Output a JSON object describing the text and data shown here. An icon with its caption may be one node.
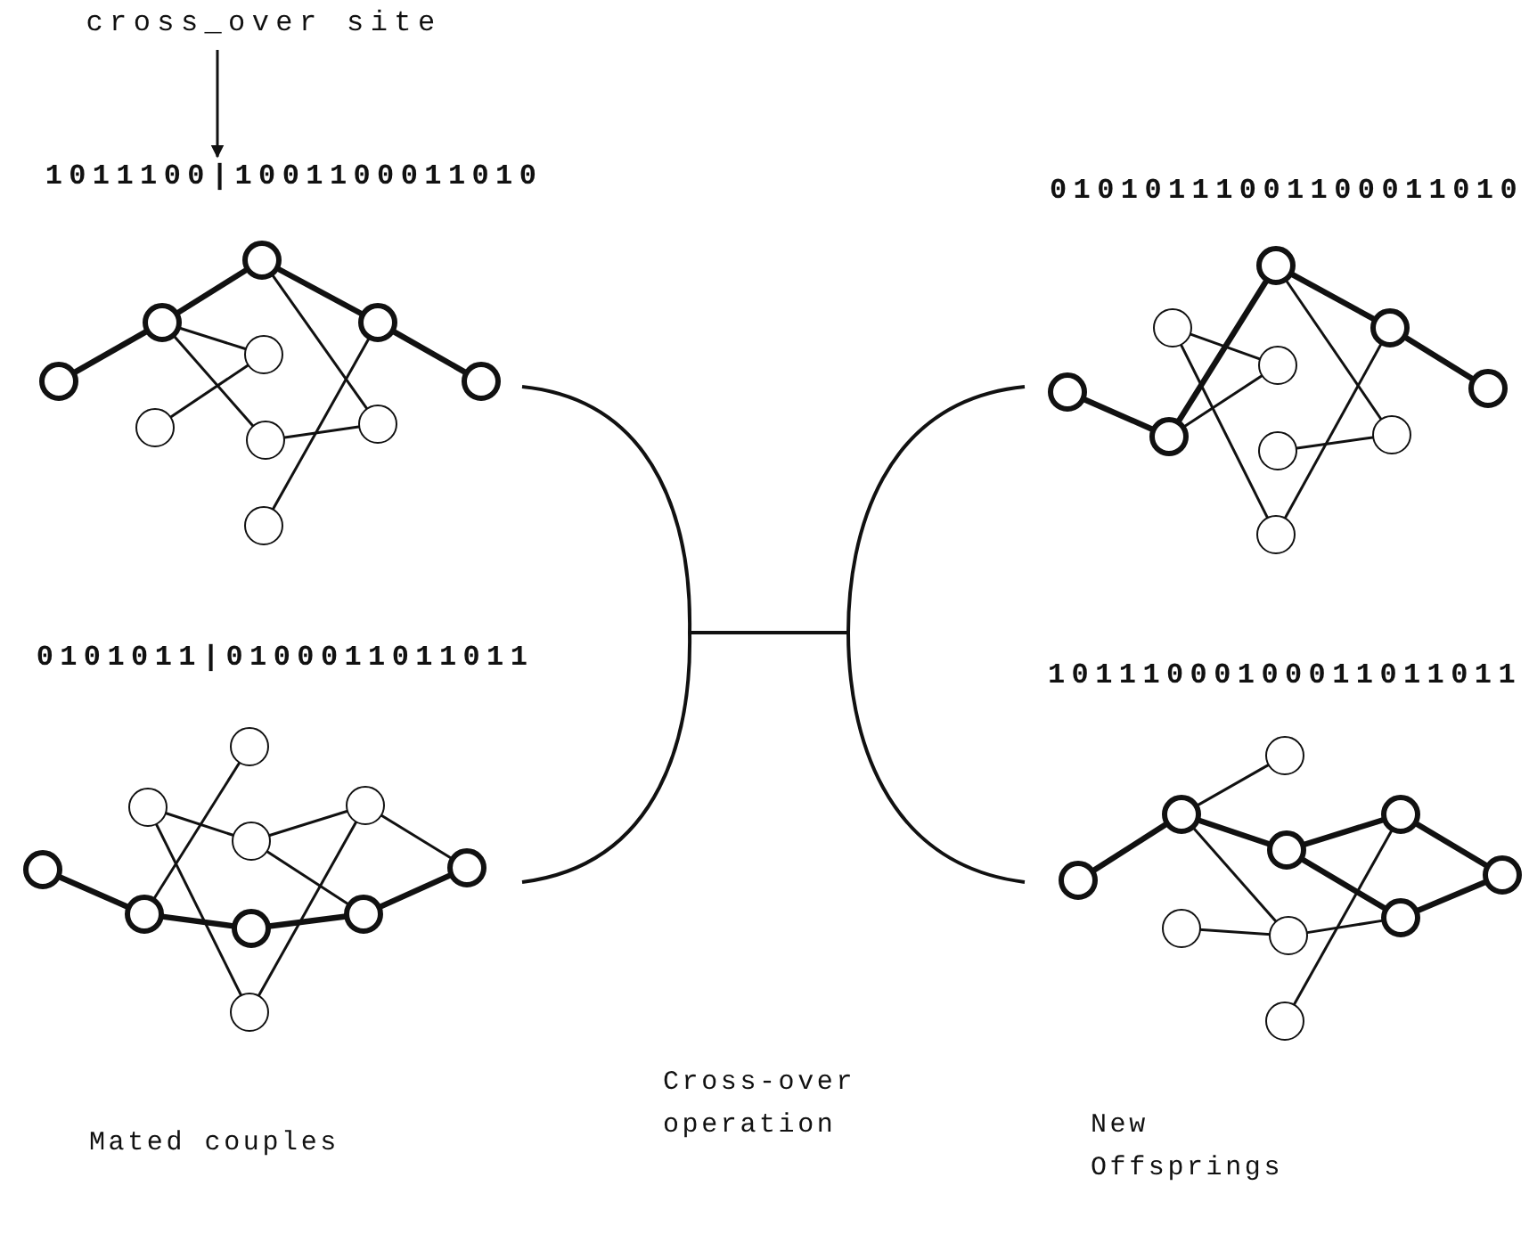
{
  "diagram": {
    "nodes": [
      {
        "text": [
          "cross_over site"
        ]
      },
      {
        "text": [
          "1011100|1001100011010"
        ]
      },
      {
        "text": [],
        "shape": "circle"
      },
      {
        "text": [],
        "shape": "circle"
      },
      {
        "text": [],
        "shape": "circle"
      },
      {
        "text": [],
        "shape": "circle"
      },
      {
        "text": [],
        "shape": "circle"
      },
      {
        "text": [],
        "shape": "circle"
      },
      {
        "text": [],
        "shape": "circle"
      },
      {
        "text": [],
        "shape": "circle"
      },
      {
        "text": [],
        "shape": "circle"
      },
      {
        "text": [],
        "shape": "circle"
      },
      {
        "text": [],
        "shape": "circle"
      },
      {
        "text": [],
        "shape": "circle"
      },
      {
        "text": [],
        "shape": "circle"
      },
      {
        "text": [],
        "shape": "circle"
      },
      {
        "text": [],
        "shape": "circle"
      },
      {
        "text": [],
        "shape": "circle"
      },
      {
        "text": [],
        "shape": "circle"
      },
      {
        "text": [],
        "shape": "circle"
      },
      {
        "text": [],
        "shape": "circle"
      },
      {
        "text": [],
        "shape": "circle"
      },
      {
        "text": [],
        "shape": "circle"
      },
      {
        "text": [],
        "shape": "circle"
      },
      {
        "text": [],
        "shape": "circle"
      },
      {
        "text": [],
        "shape": "circle"
      },
      {
        "text": [],
        "shape": "circle"
      },
      {
        "text": [],
        "shape": "circle"
      },
      {
        "text": [],
        "shape": "circle"
      },
      {
        "text": [],
        "shape": "circle"
      },
      {
        "text": [],
        "shape": "circle"
      },
      {
        "text": [],
        "shape": "circle"
      },
      {
        "text": [],
        "shape": "circle"
      },
      {
        "text": [],
        "shape": "circle"
      },
      {
        "text": [],
        "shape": "circle"
      },
      {
        "text": [],
        "shape": "circle"
      },
      {
        "text": [],
        "shape": "circle"
      },
      {
        "text": [],
        "shape": "circle"
      },
      {
        "text": [],
        "shape": "circle"
      },
      {
        "text": [],
        "shape": "circle"
      },
      {
        "text": [],
        "shape": "circle"
      },
      {
        "text": [],
        "shape": "circle"
      }
    ],
    "edges": [
      {
        "from": 0,
        "to": 1,
        "arrow": "to"
      },
      {
        "from": 6,
        "to": 3,
        "arrow": "none",
        "style": "thick"
      },
      {
        "from": 3,
        "to": 2,
        "arrow": "none",
        "style": "thick"
      },
      {
        "from": 2,
        "to": 4,
        "arrow": "none",
        "style": "thick"
      },
      {
        "from": 4,
        "to": 7,
        "arrow": "none",
        "style": "thick"
      },
      {
        "from": 3,
        "to": 5,
        "arrow": "none"
      },
      {
        "from": 5,
        "to": 9,
        "arrow": "none"
      },
      {
        "from": 3,
        "to": 10,
        "arrow": "none"
      },
      {
        "from": 10,
        "to": 8,
        "arrow": "none"
      },
      {
        "from": 2,
        "to": 8,
        "arrow": "none"
      },
      {
        "from": 4,
        "to": 11,
        "arrow": "none"
      },
      {
        "from": 16,
        "to": 18,
        "arrow": "none",
        "style": "thick"
      },
      {
        "from": 18,
        "to": 20,
        "arrow": "none",
        "style": "thick"
      },
      {
        "from": 20,
        "to": 19,
        "arrow": "none",
        "style": "thick"
      },
      {
        "from": 19,
        "to": 17,
        "arrow": "none",
        "style": "thick"
      },
      {
        "from": 18,
        "to": 12,
        "arrow": "none"
      },
      {
        "from": 13,
        "to": 15,
        "arrow": "none"
      },
      {
        "from": 15,
        "to": 14,
        "arrow": "none"
      },
      {
        "from": 14,
        "to": 17,
        "arrow": "none"
      },
      {
        "from": 13,
        "to": 21,
        "arrow": "none"
      },
      {
        "from": 14,
        "to": 21,
        "arrow": "none"
      },
      {
        "from": 15,
        "to": 19,
        "arrow": "none"
      },
      {
        "from": 26,
        "to": 29,
        "arrow": "none",
        "style": "thick"
      },
      {
        "from": 29,
        "to": 22,
        "arrow": "none",
        "style": "thick"
      },
      {
        "from": 22,
        "to": 24,
        "arrow": "none",
        "style": "thick"
      },
      {
        "from": 24,
        "to": 27,
        "arrow": "none",
        "style": "thick"
      },
      {
        "from": 23,
        "to": 25,
        "arrow": "none"
      },
      {
        "from": 29,
        "to": 25,
        "arrow": "none"
      },
      {
        "from": 23,
        "to": 31,
        "arrow": "none"
      },
      {
        "from": 22,
        "to": 28,
        "arrow": "none"
      },
      {
        "from": 30,
        "to": 28,
        "arrow": "none"
      },
      {
        "from": 24,
        "to": 31,
        "arrow": "none"
      },
      {
        "from": 37,
        "to": 33,
        "arrow": "none",
        "style": "thick"
      },
      {
        "from": 33,
        "to": 35,
        "arrow": "none",
        "style": "thick"
      },
      {
        "from": 35,
        "to": 34,
        "arrow": "none",
        "style": "thick"
      },
      {
        "from": 34,
        "to": 36,
        "arrow": "none",
        "style": "thick"
      },
      {
        "from": 35,
        "to": 38,
        "arrow": "none",
        "style": "thick"
      },
      {
        "from": 38,
        "to": 36,
        "arrow": "none",
        "style": "thick"
      },
      {
        "from": 33,
        "to": 32,
        "arrow": "none"
      },
      {
        "from": 33,
        "to": 40,
        "arrow": "none"
      },
      {
        "from": 39,
        "to": 40,
        "arrow": "none"
      },
      {
        "from": 40,
        "to": 38,
        "arrow": "none"
      },
      {
        "from": 34,
        "to": 41,
        "arrow": "none"
      }
    ],
    "labels": [
      "0101011|0100011011011",
      "01010111001100011010",
      "10111000100011011011",
      "Mated couples",
      "Cross-over operation",
      "New Offsprings"
    ]
  }
}
